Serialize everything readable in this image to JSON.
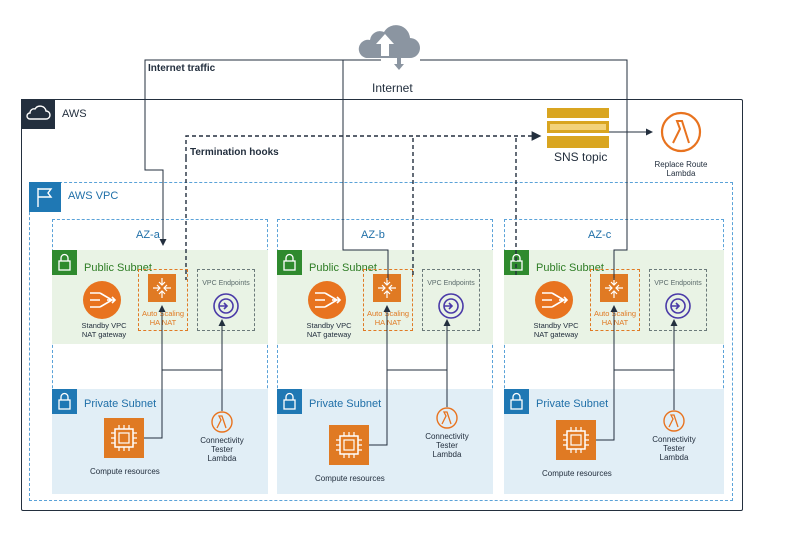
{
  "internet": {
    "label": "Internet"
  },
  "labels": {
    "internet_traffic": "Internet traffic",
    "termination_hooks": "Termination hooks"
  },
  "aws": {
    "label": "AWS"
  },
  "vpc": {
    "label": "AWS VPC"
  },
  "sns": {
    "label": "SNS topic"
  },
  "lambda_replace": {
    "line1": "Replace Route",
    "line2": "Lambda"
  },
  "azs": [
    {
      "name": "AZ-a",
      "public_subnet": "Public Subnet",
      "private_subnet": "Private Subnet",
      "nat_line1": "Standby VPC",
      "nat_line2": "NAT gateway",
      "asg_line1": "Auto Scaling",
      "asg_line2": "HA NAT",
      "vpce": "VPC Endpoints",
      "compute": "Compute resources",
      "tester_line1": "Connectivity",
      "tester_line2": "Tester",
      "tester_line3": "Lambda"
    },
    {
      "name": "AZ-b",
      "public_subnet": "Public Subnet",
      "private_subnet": "Private Subnet",
      "nat_line1": "Standby VPC",
      "nat_line2": "NAT gateway",
      "asg_line1": "Auto Scaling",
      "asg_line2": "HA NAT",
      "vpce": "VPC Endpoints",
      "compute": "Compute resources",
      "tester_line1": "Connectivity",
      "tester_line2": "Tester",
      "tester_line3": "Lambda"
    },
    {
      "name": "AZ-c",
      "public_subnet": "Public Subnet",
      "private_subnet": "Private Subnet",
      "nat_line1": "Standby VPC",
      "nat_line2": "NAT gateway",
      "asg_line1": "Auto Scaling",
      "asg_line2": "HA NAT",
      "vpce": "VPC Endpoints",
      "compute": "Compute resources",
      "tester_line1": "Connectivity",
      "tester_line2": "Tester",
      "tester_line3": "Lambda"
    }
  ],
  "colors": {
    "aws_dark": "#232f3e",
    "vpc_blue": "#1f78b4",
    "public_green": "#2f8a2e",
    "orange": "#e07a23",
    "sns_gold": "#d9a520",
    "lambda_orange": "#e8731f",
    "endpoint_purple": "#4a3aa8"
  }
}
